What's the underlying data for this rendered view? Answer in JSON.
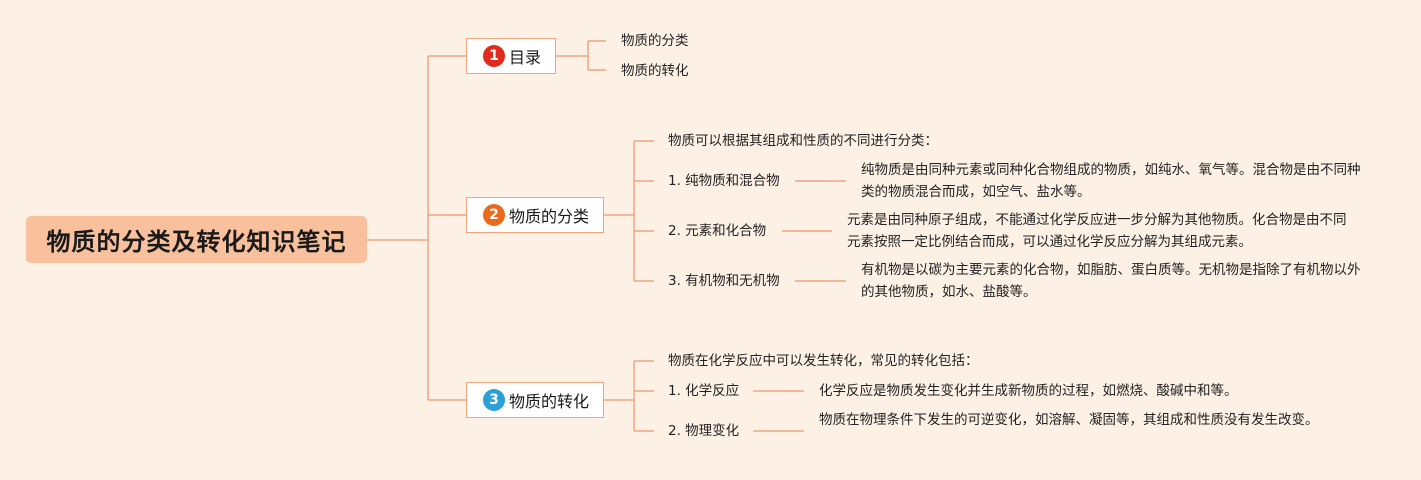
{
  "title": "物质的分类及转化知识笔记",
  "colors": {
    "background": "#fdf1e6",
    "line": "#f2a47f",
    "root": "#f9c09d",
    "badge1": "#e02a1b",
    "badge2": "#ea6a1d",
    "badge3": "#2a9fd8"
  },
  "sections": [
    {
      "num": "1",
      "label": "目录",
      "items": [
        "物质的分类",
        "物质的转化"
      ]
    },
    {
      "num": "2",
      "label": "物质的分类",
      "intro": "物质可以根据其组成和性质的不同进行分类：",
      "items": [
        {
          "label": "1. 纯物质和混合物",
          "desc": "纯物质是由同种元素或同种化合物组成的物质，如纯水、氧气等。混合物是由不同种类的物质混合而成，如空气、盐水等。"
        },
        {
          "label": "2. 元素和化合物",
          "desc": "元素是由同种原子组成，不能通过化学反应进一步分解为其他物质。化合物是由不同元素按照一定比例结合而成，可以通过化学反应分解为其组成元素。"
        },
        {
          "label": "3. 有机物和无机物",
          "desc": "有机物是以碳为主要元素的化合物，如脂肪、蛋白质等。无机物是指除了有机物以外的其他物质，如水、盐酸等。"
        }
      ]
    },
    {
      "num": "3",
      "label": "物质的转化",
      "intro": "物质在化学反应中可以发生转化，常见的转化包括：",
      "items": [
        {
          "label": "1. 化学反应",
          "desc": "化学反应是物质发生变化并生成新物质的过程，如燃烧、酸碱中和等。"
        },
        {
          "label": "2. 物理变化",
          "desc": "物质在物理条件下发生的可逆变化，如溶解、凝固等，其组成和性质没有发生改变。"
        }
      ]
    }
  ]
}
